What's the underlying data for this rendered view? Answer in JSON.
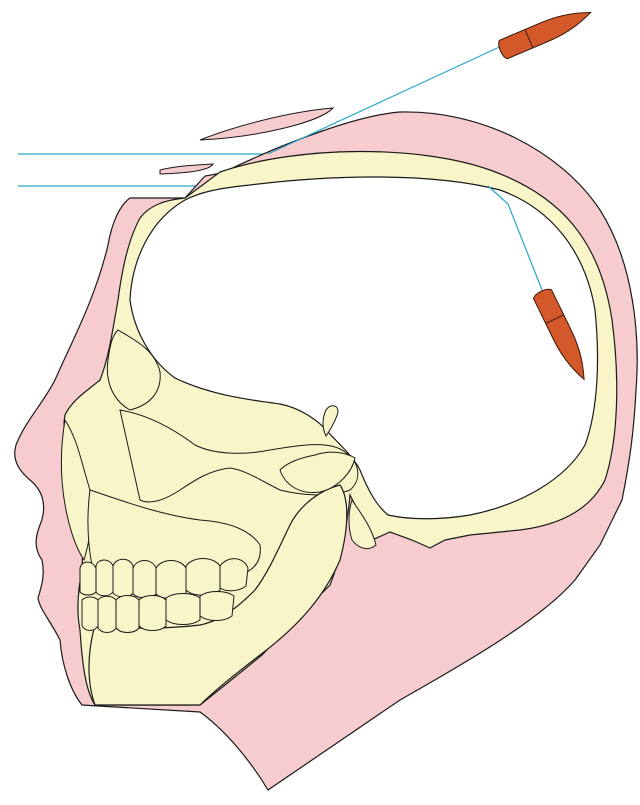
{
  "diagram": {
    "kind": "head-sagittal-section",
    "structures": [
      "soft-tissue",
      "skull",
      "teeth",
      "bullet-entry",
      "bullet-exit",
      "bullet-trajectory",
      "horizontal-reference-lines"
    ],
    "colors": {
      "background": "#ffffff",
      "soft_tissue": "#f6cccf",
      "bone": "#f8f5c9",
      "brain_cavity": "#ffffff",
      "outline": "#1a1a1a",
      "trajectory": "#2aa6c9",
      "bullet": "#d4592a",
      "bullet_outline": "#3a1a0a"
    }
  }
}
